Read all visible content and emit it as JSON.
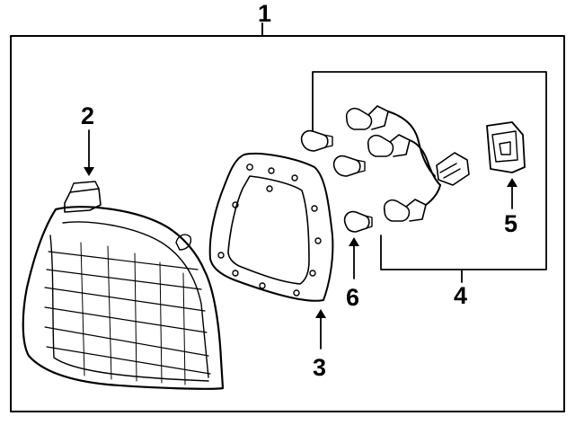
{
  "diagram": {
    "callouts": {
      "assembly": "1",
      "socket": "2",
      "gasket": "3",
      "harness": "4",
      "clip": "5",
      "bulb": "6"
    },
    "colors": {
      "ink": "#000000",
      "paper": "#ffffff"
    }
  }
}
